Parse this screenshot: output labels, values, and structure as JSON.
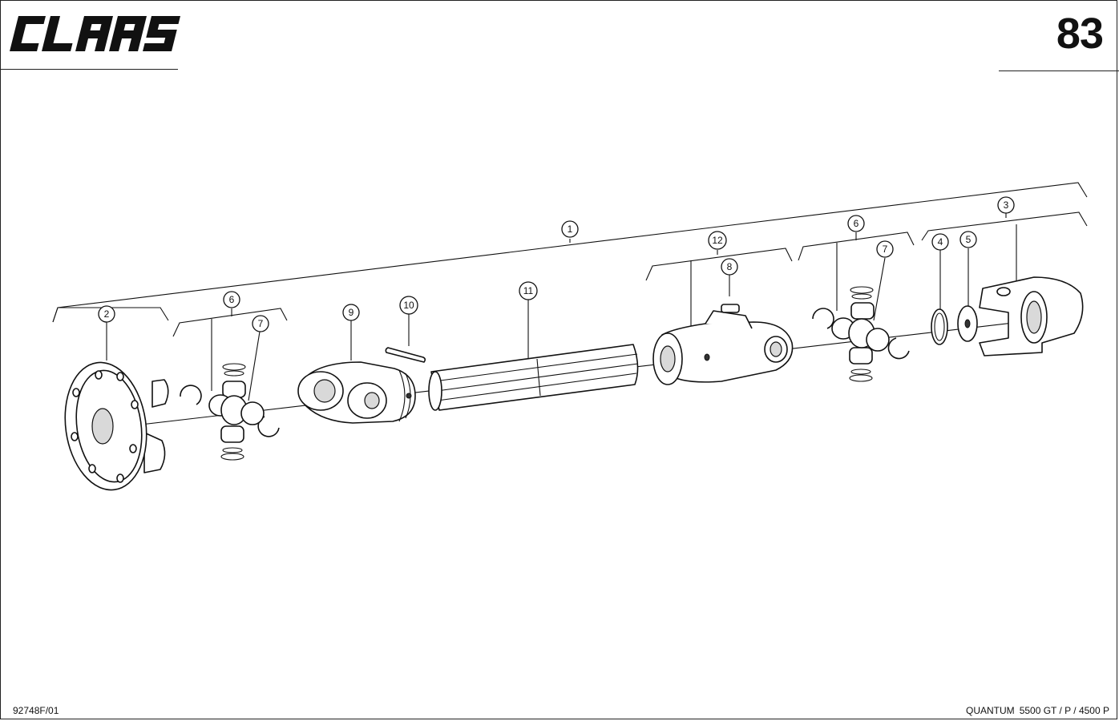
{
  "header": {
    "brand": "CLAAS",
    "page_number": "83"
  },
  "footer": {
    "drawing_ref": "92748F/01",
    "model": "QUANTUM",
    "variants": "5500 GT / P / 4500 P"
  },
  "callouts": {
    "c1": "1",
    "c2": "2",
    "c3": "3",
    "c4": "4",
    "c5": "5",
    "c6a": "6",
    "c6b": "6",
    "c7a": "7",
    "c7b": "7",
    "c8": "8",
    "c9": "9",
    "c10": "10",
    "c11": "11",
    "c12": "12"
  },
  "icons": {
    "logo": "claas-logo",
    "diagram": "drive-shaft-exploded-view"
  }
}
